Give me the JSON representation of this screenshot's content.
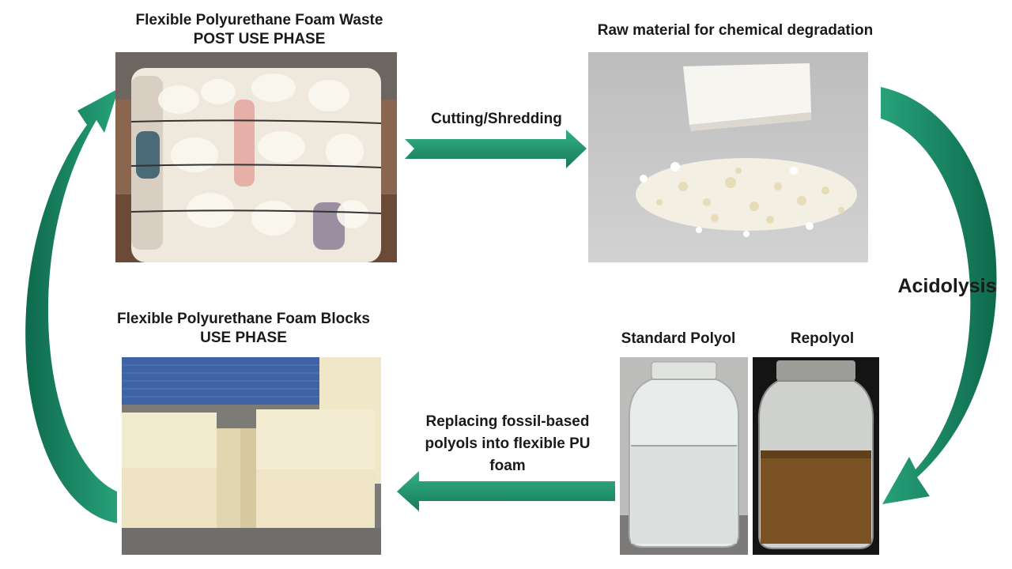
{
  "labels": {
    "waste_title": "Flexible Polyurethane Foam Waste",
    "waste_phase": "POST USE PHASE",
    "raw_title": "Raw material for chemical degradation",
    "cutting": "Cutting/Shredding",
    "acidolysis": "Acidolysis",
    "blocks_title": "Flexible Polyurethane Foam Blocks",
    "blocks_phase": "USE PHASE",
    "standard_polyol": "Standard Polyol",
    "repolyol": "Repolyol",
    "replacing": "Replacing fossil-based polyols into flexible PU foam"
  },
  "colors": {
    "arrow_green": "#1e8a68",
    "arrow_dark": "#0f6b4f"
  }
}
